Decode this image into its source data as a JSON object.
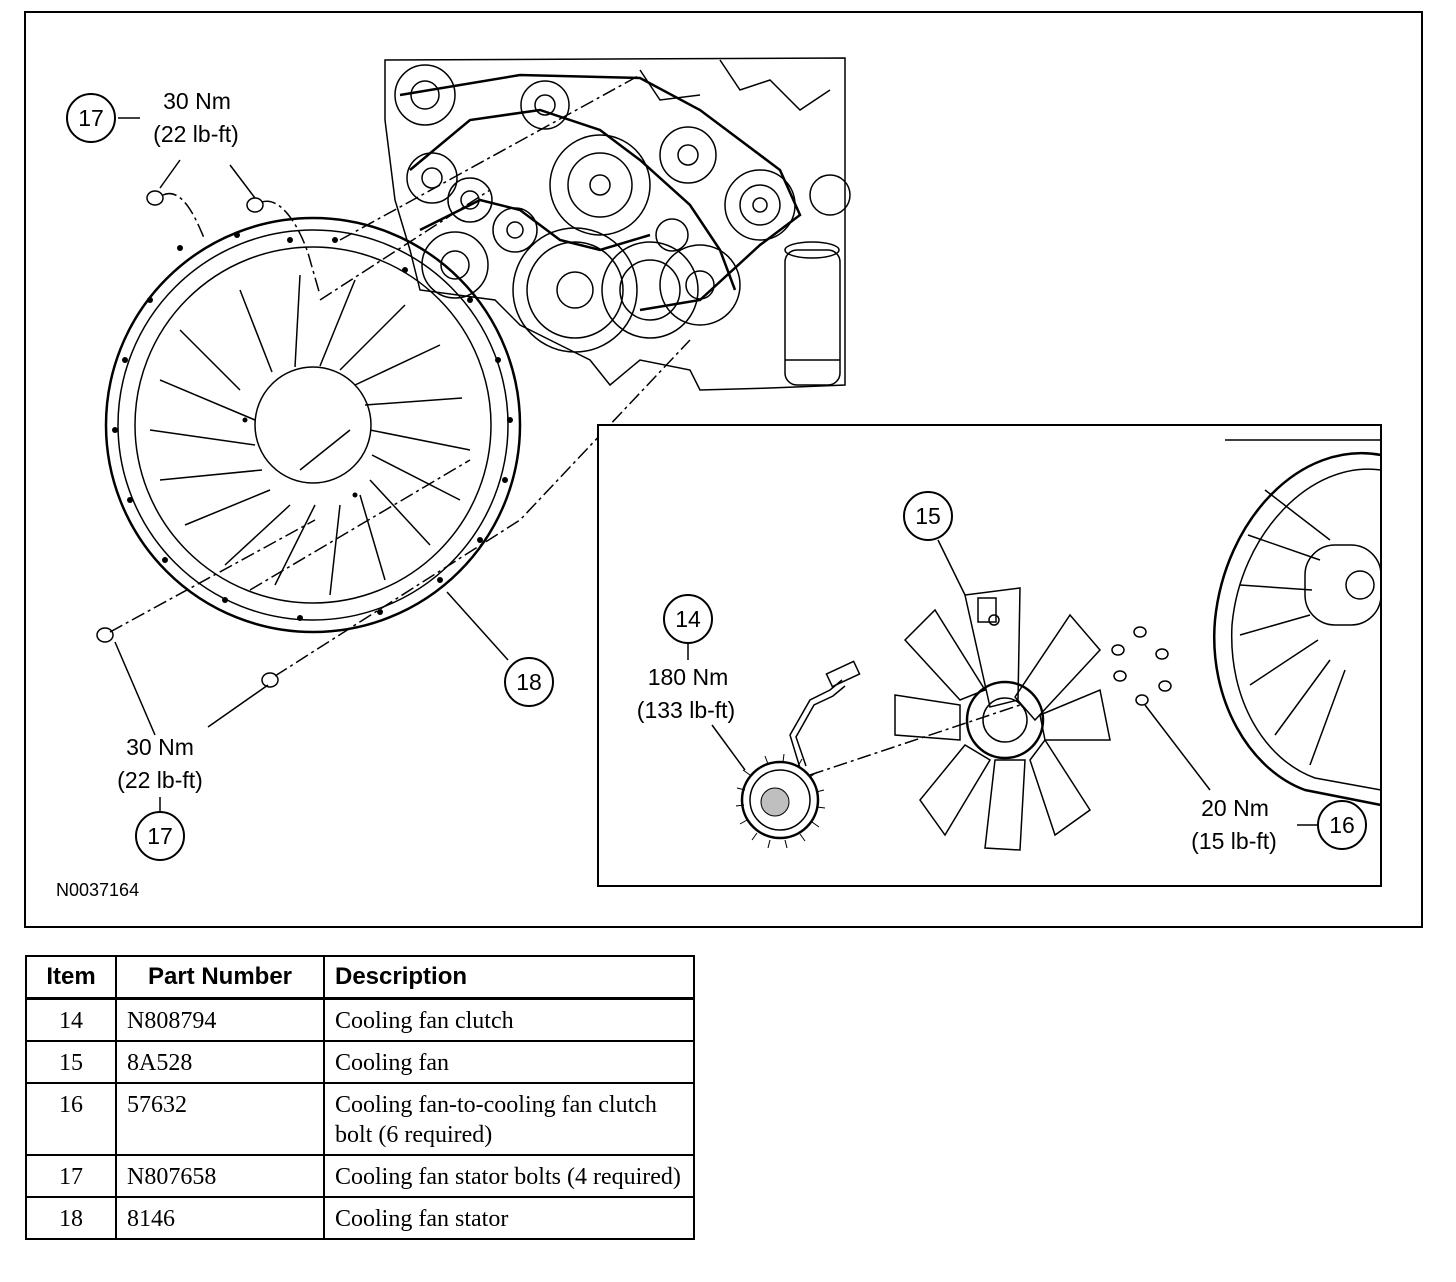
{
  "figure": {
    "figure_id": "N0037164",
    "callouts": {
      "c17_top": "17",
      "c17_bottom": "17",
      "c18": "18",
      "c14": "14",
      "c15": "15",
      "c16": "16"
    },
    "torque": {
      "top_nm": "30 Nm",
      "top_lbft": "(22  lb-ft)",
      "bottom_nm": "30 Nm",
      "bottom_lbft": "(22 lb-ft)",
      "clutch_nm": "180 Nm",
      "clutch_lbft": "(133 lb-ft)",
      "bolt_nm": "20 Nm",
      "bolt_lbft": "(15 lb-ft)"
    }
  },
  "table": {
    "headers": {
      "item": "Item",
      "part_number": "Part Number",
      "description": "Description"
    },
    "rows": [
      {
        "item": "14",
        "part_number": "N808794",
        "description": "Cooling fan clutch"
      },
      {
        "item": "15",
        "part_number": "8A528",
        "description": "Cooling fan"
      },
      {
        "item": "16",
        "part_number": "57632",
        "description": "Cooling fan-to-cooling fan clutch bolt (6 required)"
      },
      {
        "item": "17",
        "part_number": "N807658",
        "description": "Cooling fan stator bolts (4 required)"
      },
      {
        "item": "18",
        "part_number": "8146",
        "description": "Cooling fan stator"
      }
    ]
  }
}
